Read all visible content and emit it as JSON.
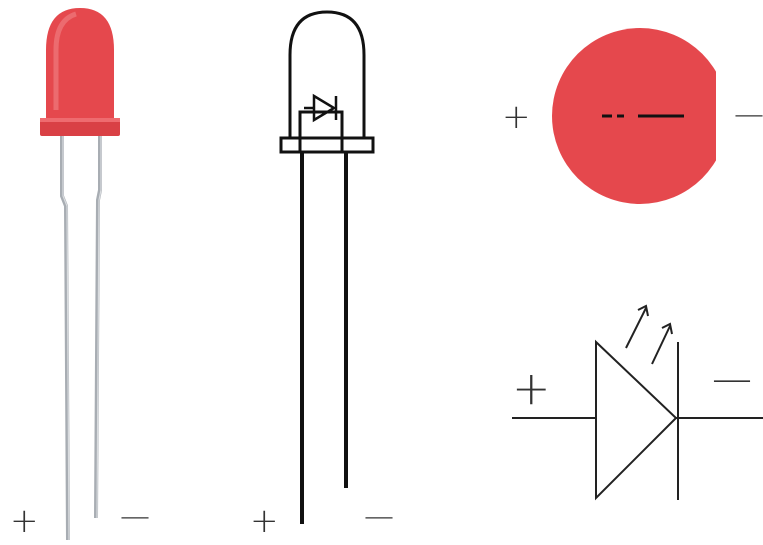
{
  "colors": {
    "led_body": "#e5484d",
    "led_body_shade": "#c8383d",
    "led_rim": "#d94045",
    "lead": "#9aa0a6",
    "stroke": "#111111",
    "background": "#ffffff"
  },
  "views": [
    {
      "id": "photo",
      "plus": "+",
      "minus": "—"
    },
    {
      "id": "outline-drawing",
      "plus": "+",
      "minus": "—"
    },
    {
      "id": "top-view",
      "plus": "+",
      "minus": "—"
    },
    {
      "id": "schematic-symbol",
      "plus": "+",
      "minus": "—"
    }
  ],
  "icons": {
    "photo": "led-photo-icon",
    "outline": "led-outline-icon",
    "top": "led-top-view-icon",
    "schematic": "led-schematic-symbol-icon"
  }
}
